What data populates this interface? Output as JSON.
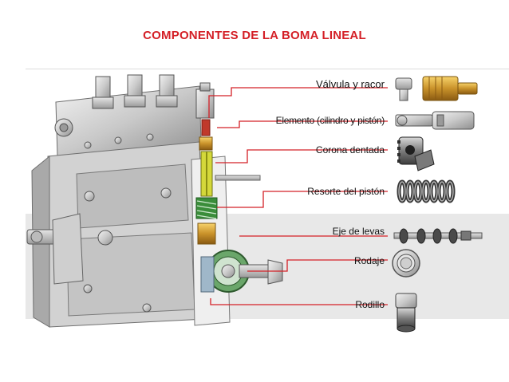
{
  "title": "COMPONENTES DE LA BOMA LINEAL",
  "accent_color": "#d42027",
  "leader_color": "#d42027",
  "components": [
    {
      "label": "Válvula y racor",
      "icon": "valve-and-fitting-icon"
    },
    {
      "label": "Elemento (cilindro y pistón)",
      "icon": "plunger-element-icon"
    },
    {
      "label": "Corona dentada",
      "icon": "toothed-crown-icon"
    },
    {
      "label": "Resorte del pistón",
      "icon": "piston-spring-icon"
    },
    {
      "label": "Eje de levas",
      "icon": "camshaft-icon"
    },
    {
      "label": "Rodaje",
      "icon": "bearing-icon"
    },
    {
      "label": "Rodillo",
      "icon": "roller-tappet-icon"
    }
  ]
}
